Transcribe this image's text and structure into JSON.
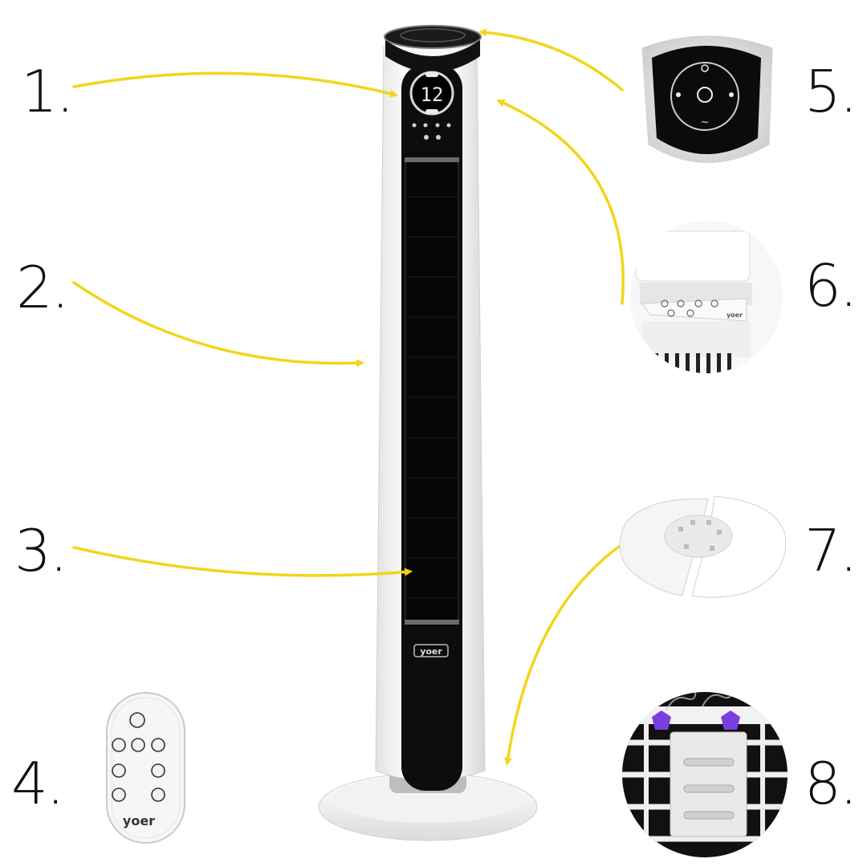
{
  "labels": {
    "l1": "1.",
    "l2": "2.",
    "l3": "3.",
    "l4": "4.",
    "l5": "5.",
    "l6": "6.",
    "l7": "7.",
    "l8": "8."
  },
  "fan": {
    "display_value": "12",
    "brand": "yoer"
  },
  "remote": {
    "brand": "yoer"
  },
  "panel6": {
    "brand": "yoer"
  },
  "colors": {
    "arrow": "#f2d51c",
    "body": "#f4f4f4",
    "black": "#0d0d0d",
    "aroma": "#7b3fe0"
  }
}
